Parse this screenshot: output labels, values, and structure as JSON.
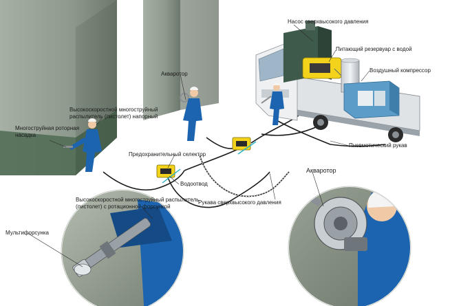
{
  "labels": {
    "pump": "Насос сверхвысокого давления",
    "tank": "Питающий резервуар с водой",
    "compressor": "Воздушный компрессор",
    "aquarotor_top": "Акваротор",
    "gun_line1": "Высокоскоростной многоструйный",
    "gun_line2": "распылитель (пистолет) напорный",
    "nozzle_line1": "Многоструйная роторная",
    "nozzle_line2": "насадка",
    "selector": "Предохранительный селектор",
    "pneumatic_hose": "Пневмотический рукав",
    "drain": "Водоотвод",
    "hp_hoses": "Рукава сверхвысокого давления",
    "rot_gun_line1": "Высокоскоростной многоструйный распылитель",
    "rot_gun_line2": "(пистолет) с ротационной форсункой",
    "multinozzle": "Мультифорсунка",
    "aquarotor_circle": "Акваротор"
  },
  "colors": {
    "wall": "#8d998c",
    "wall_dark": "#6f7a6e",
    "wall_base": "#4e6a52",
    "worker_suit": "#1d64b0",
    "worker_suit_dark": "#144a86",
    "truck_cab": "#eef0f2",
    "pump_body": "#3e5a4a",
    "compressor": "#5b9cc8",
    "selector": "#f2d21a",
    "hose": "#1b1b1b",
    "leader": "#2a2a2a"
  },
  "icons": [
    "worker-figure",
    "truck",
    "pump-unit",
    "compressor-unit",
    "selector-box",
    "hose-lines",
    "zoom-circle"
  ]
}
